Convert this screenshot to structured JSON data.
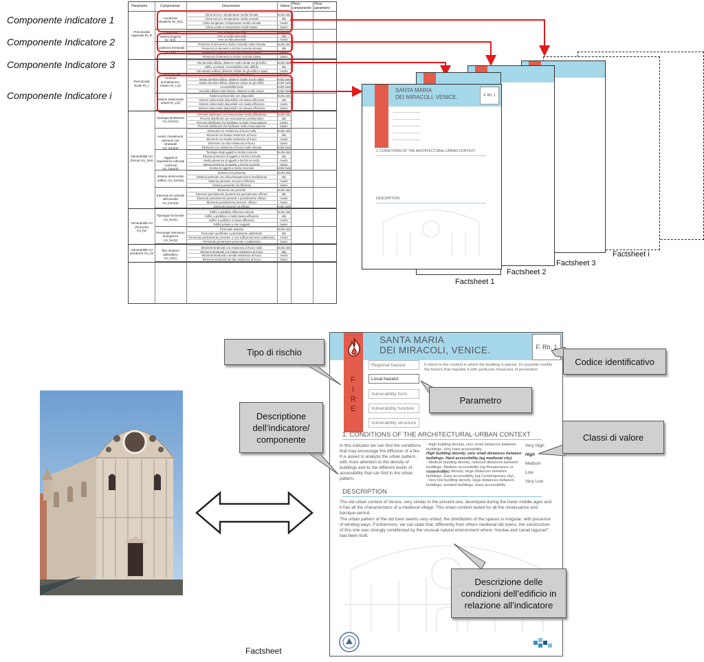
{
  "left_labels": [
    "Componente indicatore 1",
    "Componente Indicatore 2",
    "Componente Indicatore 3",
    "Componente Indicatore i"
  ],
  "table": {
    "headers": {
      "parametro": "Parametro",
      "componente": "Componente",
      "descrizione": "Descrizione",
      "valore": "Valore",
      "peso_comp": "Peso componente",
      "peso_param": "Peso parametro"
    },
    "groups": [
      {
        "param": "Pericolosità regionale RI_R",
        "components": [
          {
            "name": "Condizioni climatiche RI_R(1)",
            "rows": [
              "Clima secco e temperature medie elevate",
              "Clima secco e temperature medie normali",
              "Clima temperato / temperature medie normali",
              "Clima umido e temperature medie basse"
            ]
          },
          {
            "name": "Condizioni meteorologiche RI_R(2)",
            "rows": [
              "Aree a bassa piovosità",
              "Aree a media piovosità",
              "Aree ad alta piovosità"
            ]
          },
          {
            "name": "Condizioni territoriali RI_R(3)",
            "rows": [
              "Presenza di elementi a rischio incendio molto elevata",
              "Presenza di elementi a rischio incendio elevata",
              "Presenza di elementi a rischio incendio media",
              "Presenza di elementi a rischio incendio bassa"
            ]
          }
        ]
      },
      {
        "param": "Pericolosità locale RI_L",
        "components": [
          {
            "name": "Condizioni del contesto architettonico-urbano RI_L(1)",
            "rows": [
              "Alta densità edilizia, distanze molto ridotte tra gli edifici",
              "edifici accostati. Accessibilità molto difficile",
              "Alta densità edilizia, distanze ridotte tra gli edifici e spazi",
              "accostati. Accessibilità difficoltosa",
              "Media densità edilizia, distanze ridotte tra gli edifici",
              "Bassa densità edilizia, distanze ampie tra gli edifici",
              "Accessibilità facile",
              "Densità edilizia molto bassa, distanze molto ampie"
            ]
          },
          {
            "name": "Sistemi antincendio urbani RI_L(2)",
            "rows": [
              "Sistemi antincendio non disponibili",
              "Sistemi antincendio disponibili con bassa efficienza",
              "Sistemi antincendio disponibili con media efficienza",
              "Sistemi antincendio disponibili con elevata efficienza"
            ]
          }
        ]
      },
      {
        "param": "Vulnerabilità VU (forma) VU_form",
        "components": [
          {
            "name": "Tipologia distributiva VU_form(1)",
            "rows": [
              "Percorsi distributivi con evacuazione molto difficoltosa",
              "Percorsi distributivi con evacuazione problematica",
              "Percorsi distributivi che facilitano in parte l'evacuazione",
              "Percorsi distributivi che facilitano molto l'evacuazione"
            ]
          },
          {
            "name": "Arredi, rivestimenti, elementi non strutturali VU_form(2)",
            "rows": [
              "Elementi con resistenza al fuoco nulla",
              "Elementi con bassa resistenza al fuoco",
              "Elementi con media resistenza al fuoco",
              "Elementi con alta resistenza al fuoco",
              "Elementi con resistenza al fuoco molto elevata"
            ]
          },
          {
            "name": "Oggetti di importanza culturale contenuti VU_form(3)",
            "rows": [
              "Tipologie degli oggetti a rischio incendio",
              "Elevata presenza di oggetti a rischio incendio",
              "Media presenza di oggetti a rischio incendio",
              "Bassa presenza di oggetti a rischio incendio",
              "Scarsa di oggetti a rischio incendio"
            ]
          },
          {
            "name": "Sistemi antincendio edificio VU_form(4)",
            "rows": [
              "Sistema non presente",
              "Sistema presente ma critico/manutenzione insufficiente",
              "Sistema presente ma poco efficiente",
              "Sistema presente ed efficiente"
            ]
          },
          {
            "name": "Elementi di controllo all'incendio VU_form(5)",
            "rows": [
              "Elementi non presenti",
              "Elementi parzialmente presenti ma parzialmente efficaci",
              "Elementi parzialmente presenti e parzialmente efficaci",
              "Elementi parzialmente presenti, efficaci",
              "Elementi presenti ed efficaci"
            ]
          }
        ]
      },
      {
        "param": "Vulnerabilità VU (funzione) VU_fun",
        "components": [
          {
            "name": "Tipologia funzionale VU_fun(1)",
            "rows": [
              "Edifici a pubblica affluenza elevata",
              "Edifici a pubblica o media bassa affluenza",
              "Edifici a pubblico a bassa affluenza",
              "Edifici privato e non soggetti"
            ]
          },
          {
            "name": "Personale intervento emergenza VU_fun(2)",
            "rows": [
              "Personale assente",
              "Personale qualificato e parzialmente addestrato",
              "Personale parzialmente presente o non sufficientemente addestrato",
              "Personale pienamente presente e addestrato"
            ]
          }
        ]
      },
      {
        "param": "Vulnerabilità VU (strutture) VU_str",
        "components": [
          {
            "name": "Tipo strutture dell'edificio VU_str(1)",
            "rows": [
              "Elementi strutturali con resistenza al fuoco nulla",
              "Elementi strutturali con bassa resistenza al fuoco",
              "Elementi strutturali a media resistenza al fuoco",
              "Elementi strutturali ad alta resistenza al fuoco"
            ]
          }
        ]
      }
    ],
    "value_words": [
      "molto alto",
      "alto",
      "medio",
      "basso",
      "molto basso"
    ]
  },
  "factsheet_captions": [
    "Factsheet 1",
    "Factsheet 2",
    "Factsheet 3",
    "Factsheet i"
  ],
  "mini_sheet": {
    "title_line1": "SANTA MARIA",
    "title_line2": "DEI MIRACOLI, VENICE.",
    "code": "F. Rh. 1",
    "section": "1. CONDITIONS OF THE ARCHITECTURAL-URBAN CONTEXT",
    "description_header": "DESCRIPTION"
  },
  "big_sheet": {
    "title_line1": "SANTA MARIA",
    "title_line2": "DEI MIRACOLI, VENICE.",
    "code": "F. Rh. 1",
    "hazard_word": "FIRE",
    "param_tabs": [
      "Regional hazard",
      "Local hazard",
      "Vulnerability form",
      "Vulnerability function",
      "Vulnerability structure"
    ],
    "active_tab": "Local hazard",
    "intro": "It refers to the contest in which the building is placed, it's possible modify the factors that regulate it with  particular measures of prevention.",
    "section_title": "1. CONDITIONS OF THE ARCHITECTURAL-URBAN CONTEXT",
    "section_text": "In this indicator we can find the conditions that may encourage the diffusion of a fire. It is asked to analyze the urban pattern, with more attention to the density of buildings and to the different levels of accessibility that can find in the urban pattern.",
    "classes": [
      {
        "desc": "- High building density, very small distances between buildings. Very hard accessibility.",
        "value": "Very High",
        "bold": false
      },
      {
        "desc": "High building density, very small distances between buildings. Hard accessibility (eg medieval city).",
        "value": "High",
        "bold": true
      },
      {
        "desc": "- Medium building density, reduced distances between buildings. Medium accessibility (eg Renaissance or Modern city).",
        "value": "Medium",
        "bold": false
      },
      {
        "desc": "- Low building density, large distances between buildings. Easy accessibility (eg Contemporary city).",
        "value": "Low",
        "bold": false
      },
      {
        "desc": "- Very low building density, large distances between buildings, isolated buildings. Easy accessibility.",
        "value": "Very Low",
        "bold": false
      }
    ],
    "description_title": "DESCRIPTION",
    "description_text": "The old urban context of Venice, very similar to the present one, developed during the lower middle ages and it has all the characteristics of a medieval village. This urban context lasted for all the renaissance and baroque period.",
    "description_text2": "The urban pattern of the old town seems very united, the distribution of the spaces is irregular, with presence of winding ways. Furthermore, we can state that,  differently from others medieval old towns, the construction of this one was strongly conditioned by the unusual natural environment where \"insulae and canali lagunari\" had been built."
  },
  "callouts": {
    "tipo_rischio": "Tipo di rischio",
    "codice": "Codice identificativo",
    "parametro": "Parametro",
    "descrizione_indicatore": "Descriptione dell’indicatore/ componente",
    "classi": "Classi di valore",
    "descrizione_condizioni": "Descrizione delle condizioni dell’edificio in relazione all’indicatore"
  },
  "bottom_caption": "Factsheet",
  "colors": {
    "red_arrow": "#e01b1b",
    "header_blue": "#a7d7ea",
    "fire_red": "#e35b4a",
    "callout_gray": "#d0d0d0"
  }
}
